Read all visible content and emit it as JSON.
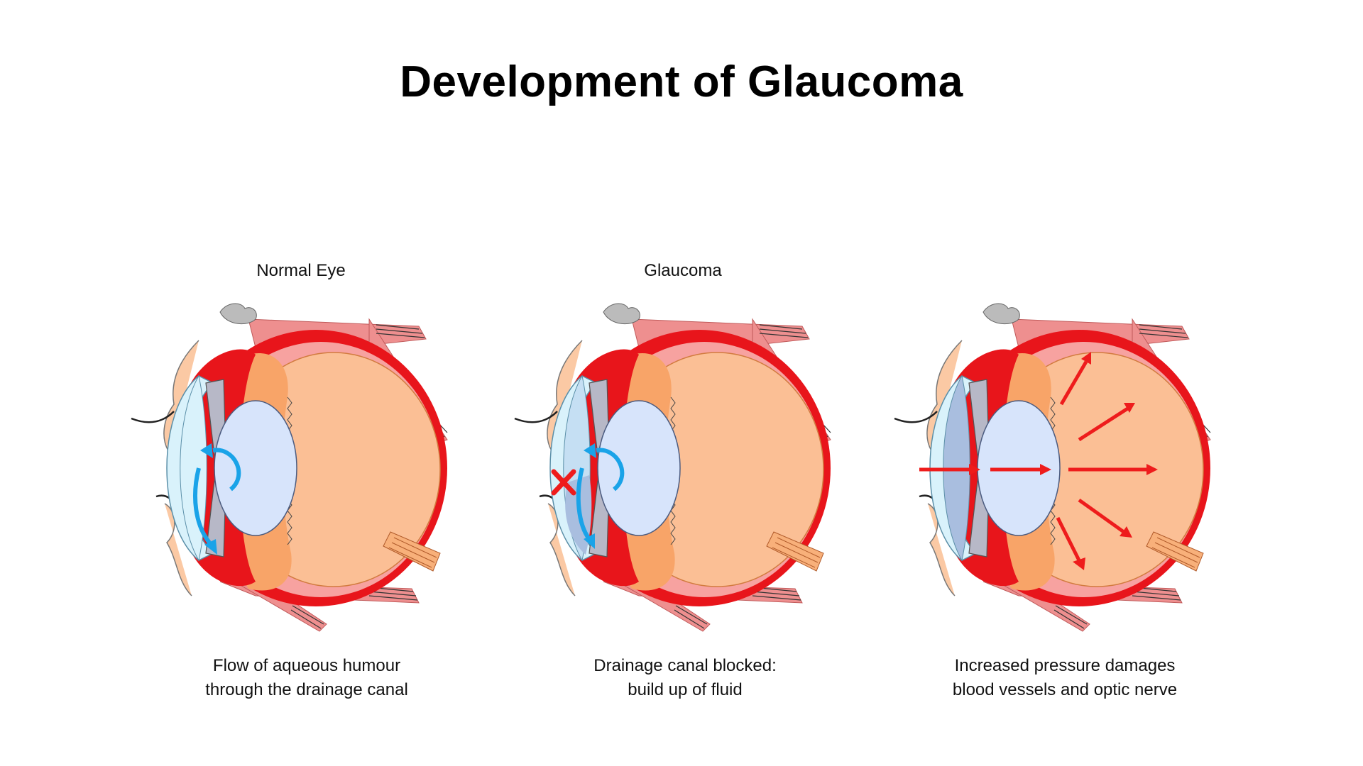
{
  "title": "Development of Glaucoma",
  "panels": [
    {
      "heading": "Normal Eye",
      "caption_line1": "Flow of aqueous humour",
      "caption_line2": "through the drainage canal"
    },
    {
      "heading": "Glaucoma",
      "caption_line1": "Drainage canal blocked:",
      "caption_line2": "build up of fluid"
    },
    {
      "heading": "",
      "caption_line1": "Increased pressure damages",
      "caption_line2": "blood vessels and optic nerve"
    }
  ],
  "colors": {
    "sclera_red": "#e8151b",
    "muscle_pink": "#ee8f8f",
    "vitreous": "#fbbf95",
    "ciliary": "#f8a468",
    "lens": "#d7e4fb",
    "cornea_light": "#d9f2fb",
    "cornea_dark": "#a9bedf",
    "iris_gray": "#b7b8c7",
    "flow_blue": "#1aa3e8",
    "pressure_red": "#ee1c1c"
  }
}
